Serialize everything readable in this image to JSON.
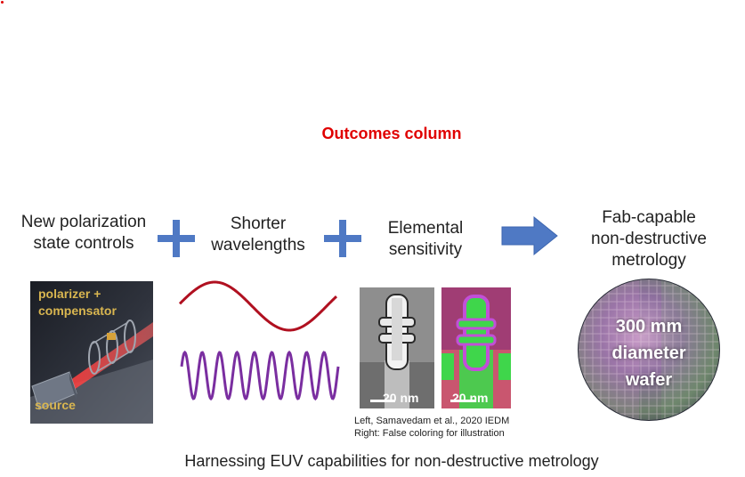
{
  "heading": "Outcomes column",
  "labels": {
    "polarization": [
      "New polarization",
      "state controls"
    ],
    "wavelengths": [
      "Shorter",
      "wavelengths"
    ],
    "elemental": [
      "Elemental",
      "sensitivity"
    ],
    "outcome": [
      "Fab-capable",
      "non-destructive",
      "metrology"
    ]
  },
  "photo": {
    "top_label": [
      "polarizer +",
      "compensator"
    ],
    "bottom_label": "source"
  },
  "sem": {
    "scale_left": "20 nm",
    "scale_right": "20 nm",
    "credit_line1": "Left, Samavedam et al., 2020 IEDM",
    "credit_line2": "Right: False coloring for illustration"
  },
  "wafer": {
    "label": [
      "300 mm",
      "diameter",
      "wafer"
    ]
  },
  "caption": "Harnessing EUV capabilities for non-destructive metrology",
  "colors": {
    "heading": "#e00000",
    "plus": "#4f79c4",
    "arrow": "#4f79c4",
    "long_wave": "#b01020",
    "short_wave": "#7a2ea0"
  }
}
